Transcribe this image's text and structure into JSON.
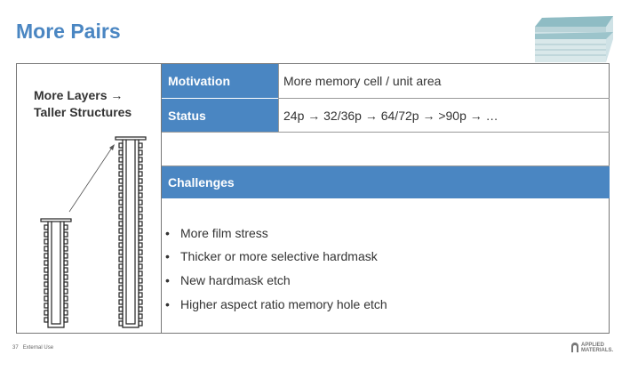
{
  "title": "More Pairs",
  "left_heading": {
    "line1": "More Layers →",
    "line2": "Taller Structures"
  },
  "rows": [
    {
      "label": "Motivation",
      "value": "More memory cell / unit area"
    },
    {
      "label": "Status",
      "value": "24p → 32/36p → 64/72p → >90p → …"
    }
  ],
  "challenges": {
    "label": "Challenges",
    "items": [
      "More film stress",
      "Thicker or more selective hardmask",
      "New hardmask etch",
      "Higher aspect ratio memory hole etch"
    ]
  },
  "footer": {
    "page": "37",
    "classification": "External Use",
    "logo_line1": "APPLIED",
    "logo_line2": "MATERIALS."
  },
  "colors": {
    "accent": "#4a86c2"
  }
}
